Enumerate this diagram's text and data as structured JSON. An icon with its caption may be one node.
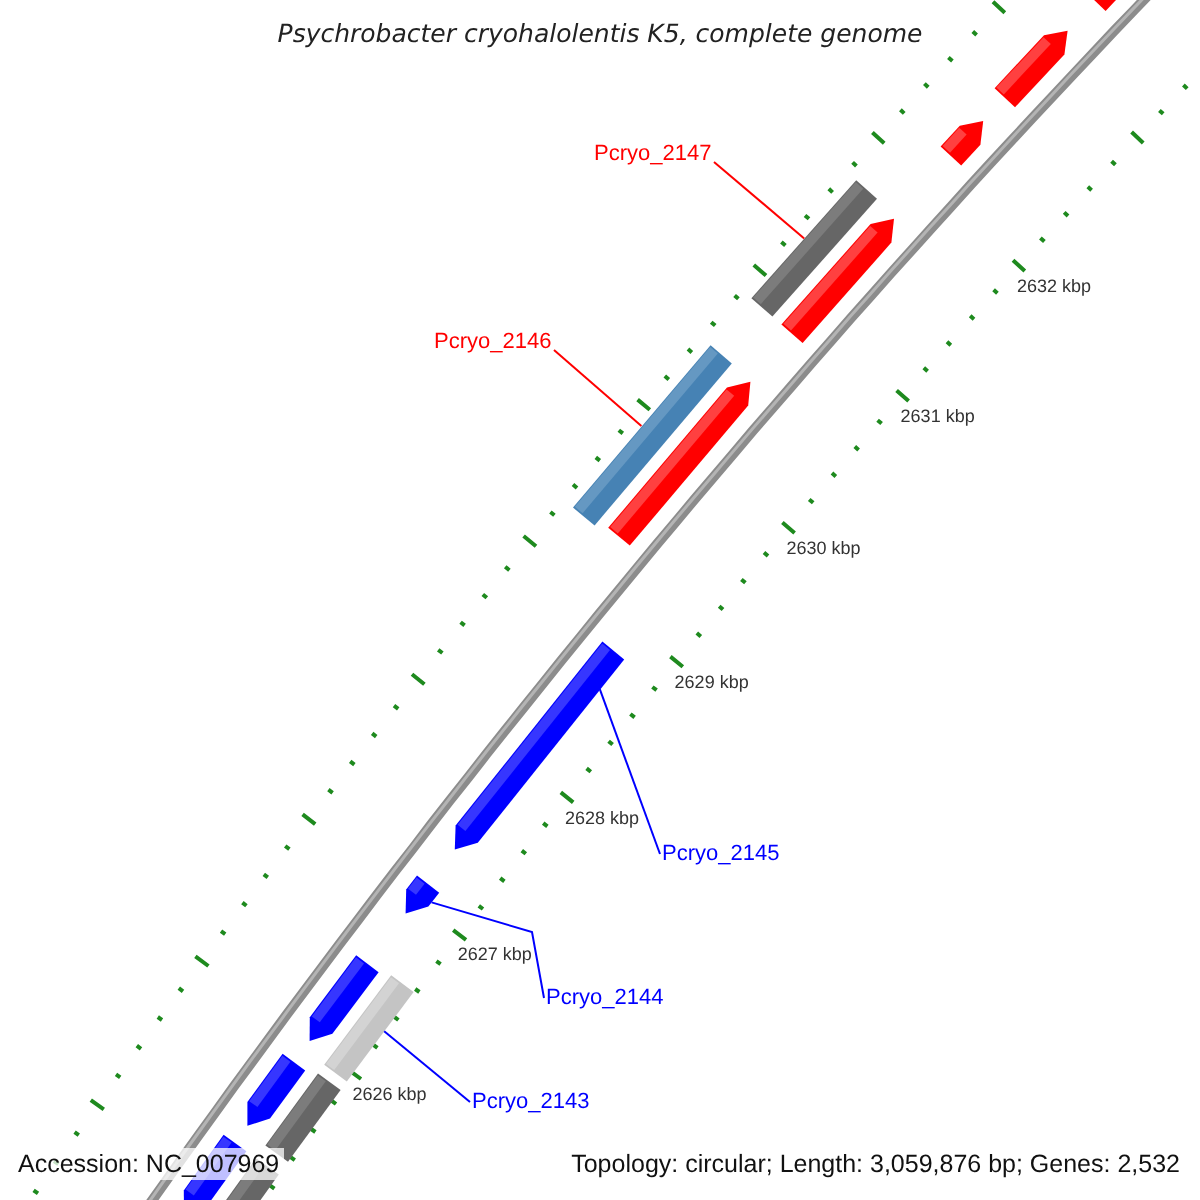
{
  "diagram": {
    "title": "Psychrobacter cryohalolentis K5, complete genome",
    "nodes": [
      {
        "text": [
          "Pcryo_2147"
        ]
      },
      {
        "text": [
          "Pcryo_2146"
        ]
      },
      {
        "text": [
          "Pcryo_2145"
        ]
      },
      {
        "text": [
          "Pcryo_2144"
        ]
      },
      {
        "text": [
          "Pcryo_2143"
        ]
      },
      {
        "text": [],
        "shape": "bar"
      },
      {
        "text": [],
        "shape": "bar"
      },
      {
        "text": [],
        "shape": "arrow"
      },
      {
        "text": [],
        "shape": "arrow"
      },
      {
        "text": [],
        "shape": "bar"
      }
    ],
    "edges": [
      {
        "from": 0,
        "to": 5,
        "arrow": "none",
        "color": "#ff0000"
      },
      {
        "from": 1,
        "to": 6,
        "arrow": "none",
        "color": "#ff0000"
      },
      {
        "from": 2,
        "to": 7,
        "arrow": "none"
      },
      {
        "from": 3,
        "to": 8,
        "arrow": "none"
      },
      {
        "from": 4,
        "to": 9,
        "arrow": "none"
      }
    ],
    "labels": [
      "2632 kbp",
      "2631 kbp",
      "2630 kbp",
      "2629 kbp",
      "2628 kbp",
      "2627 kbp",
      "2626 kbp",
      "Accession: NC_007969",
      "Topology: circular; Length: 3,059,876 bp; Genes: 2,532"
    ]
  }
}
